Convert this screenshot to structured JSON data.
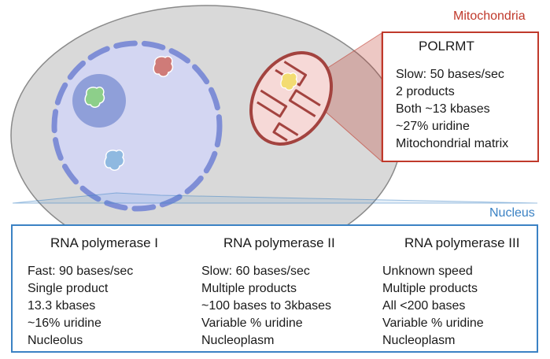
{
  "colors": {
    "cell_fill": "#d9d9d9",
    "cell_stroke": "#8a8a8a",
    "nucleus_fill": "#d3d6f2",
    "nucleus_envelope": "#7f8ed6",
    "nucleolus": "#8f9fd9",
    "mito_accent": "#c0392b",
    "mito_fill": "#f6d9d7",
    "nucleus_accent": "#3b82c4",
    "pol1": "#8dcf8a",
    "pol2": "#cf7b78",
    "pol3": "#8fb9e0",
    "polrmt": "#f3dc72"
  },
  "mitochondria": {
    "title": "Mitochondria",
    "enzyme": "POLRMT",
    "icon": "polrmt-enzyme-icon",
    "lines": [
      "Slow: 50 bases/sec",
      "2 products",
      "Both ~13 kbases",
      "~27% uridine",
      "Mitochondrial matrix"
    ]
  },
  "nucleus": {
    "title": "Nucleus",
    "polymerases": [
      {
        "name": "RNA polymerase I",
        "icon": "rna-polymerase-i-icon",
        "lines": [
          "Fast: 90 bases/sec",
          "Single product",
          "13.3 kbases",
          "~16% uridine",
          "Nucleolus"
        ]
      },
      {
        "name": "RNA polymerase II",
        "icon": "rna-polymerase-ii-icon",
        "lines": [
          "Slow: 60 bases/sec",
          "Multiple products",
          "~100 bases to 3kbases",
          "Variable % uridine",
          "Nucleoplasm"
        ]
      },
      {
        "name": "RNA polymerase III",
        "icon": "rna-polymerase-iii-icon",
        "lines": [
          "Unknown speed",
          "Multiple products",
          "All <200 bases",
          "Variable % uridine",
          "Nucleoplasm"
        ]
      }
    ]
  }
}
